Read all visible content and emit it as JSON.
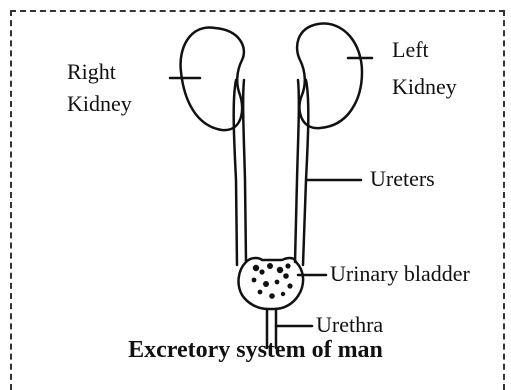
{
  "labels": {
    "right_kidney_line1": "Right",
    "right_kidney_line2": "Kidney",
    "left_kidney_line1": "Left",
    "left_kidney_line2": "Kidney",
    "ureters": "Ureters",
    "urinary_bladder": "Urinary bladder",
    "urethra": "Urethra"
  },
  "caption": "Excretory system of man",
  "colors": {
    "stroke": "#111111",
    "background": "#ffffff",
    "frame": "#333333"
  }
}
